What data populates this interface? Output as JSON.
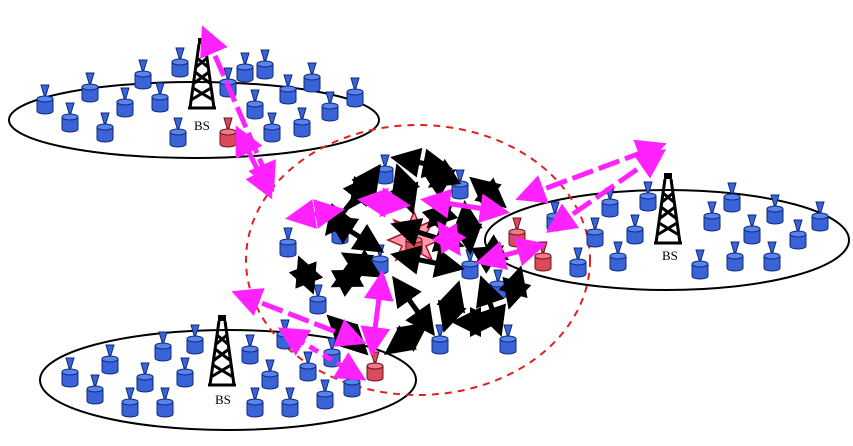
{
  "colors": {
    "node_fill": "#3a63d8",
    "node_stroke": "#0d2a7a",
    "relay_fill": "#d94a5a",
    "cell_stroke": "#000000",
    "cluster_stroke": "#e02020",
    "d2d_arrow": "#000000",
    "bs_link_arrow": "#ff22ff",
    "tower": "#000000"
  },
  "labels": {
    "bs_top_left": "BS",
    "bs_right": "BS",
    "bs_bottom_left": "BS"
  },
  "icons": [
    "antenna-node-icon",
    "relay-node-icon",
    "base-station-tower-icon",
    "explosion-icon"
  ]
}
